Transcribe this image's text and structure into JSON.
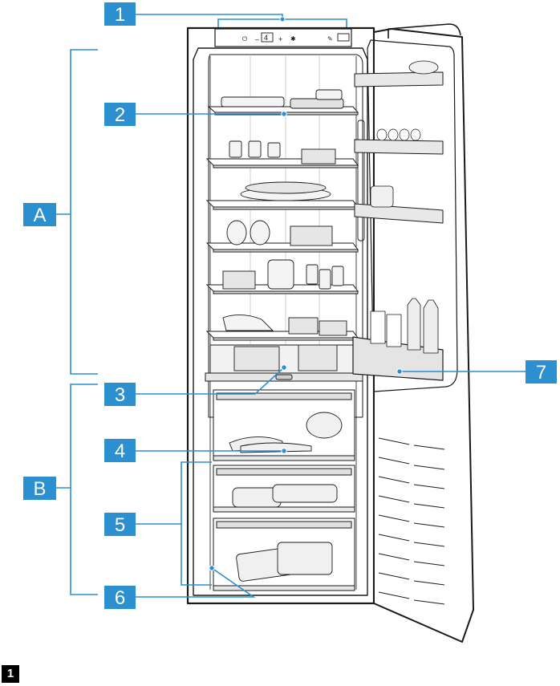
{
  "callouts": {
    "c1": "1",
    "c2": "2",
    "c3": "3",
    "c4": "4",
    "c5": "5",
    "c6": "6",
    "c7": "7",
    "cA": "A",
    "cB": "B"
  },
  "control_panel": {
    "temperature": "4",
    "minus": "–",
    "plus": "+"
  },
  "footer": {
    "badge": "1"
  },
  "colors": {
    "callout_fill": "#2b8fd0",
    "leader_line": "#2b8fd0",
    "outline": "#1a1a1a"
  }
}
